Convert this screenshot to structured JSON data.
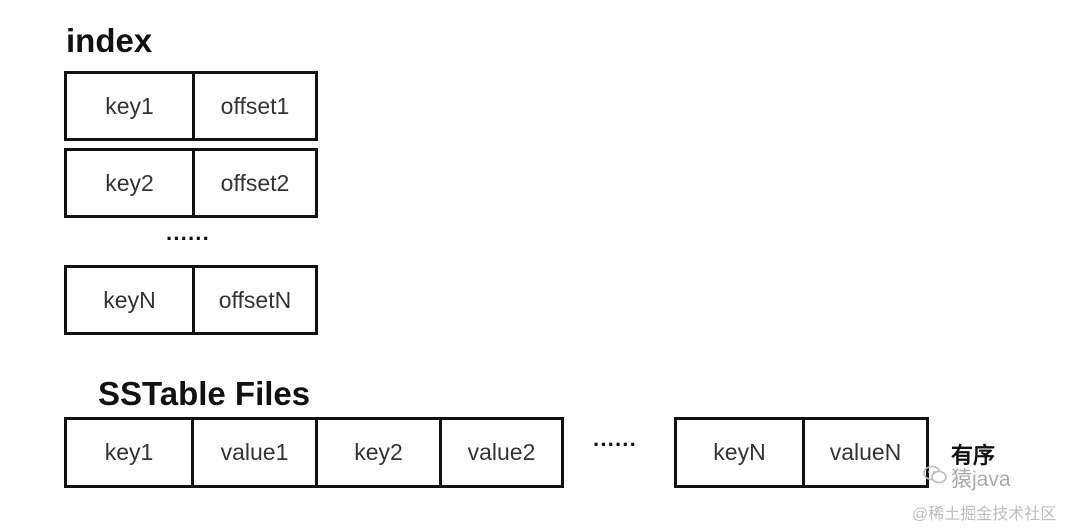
{
  "index_section": {
    "title": "index",
    "rows": [
      {
        "key": "key1",
        "offset": "offset1"
      },
      {
        "key": "key2",
        "offset": "offset2"
      },
      {
        "key": "keyN",
        "offset": "offsetN"
      }
    ],
    "ellipsis": "······"
  },
  "sstable_section": {
    "title": "SSTable Files",
    "cells": [
      "key1",
      "value1",
      "key2",
      "value2"
    ],
    "ellipsis": "······",
    "tail_cells": [
      "keyN",
      "valueN"
    ],
    "order_label": "有序"
  },
  "watermark": {
    "brand": "猿java",
    "site": "@稀土掘金技术社区",
    "icon": "wechat-icon"
  }
}
